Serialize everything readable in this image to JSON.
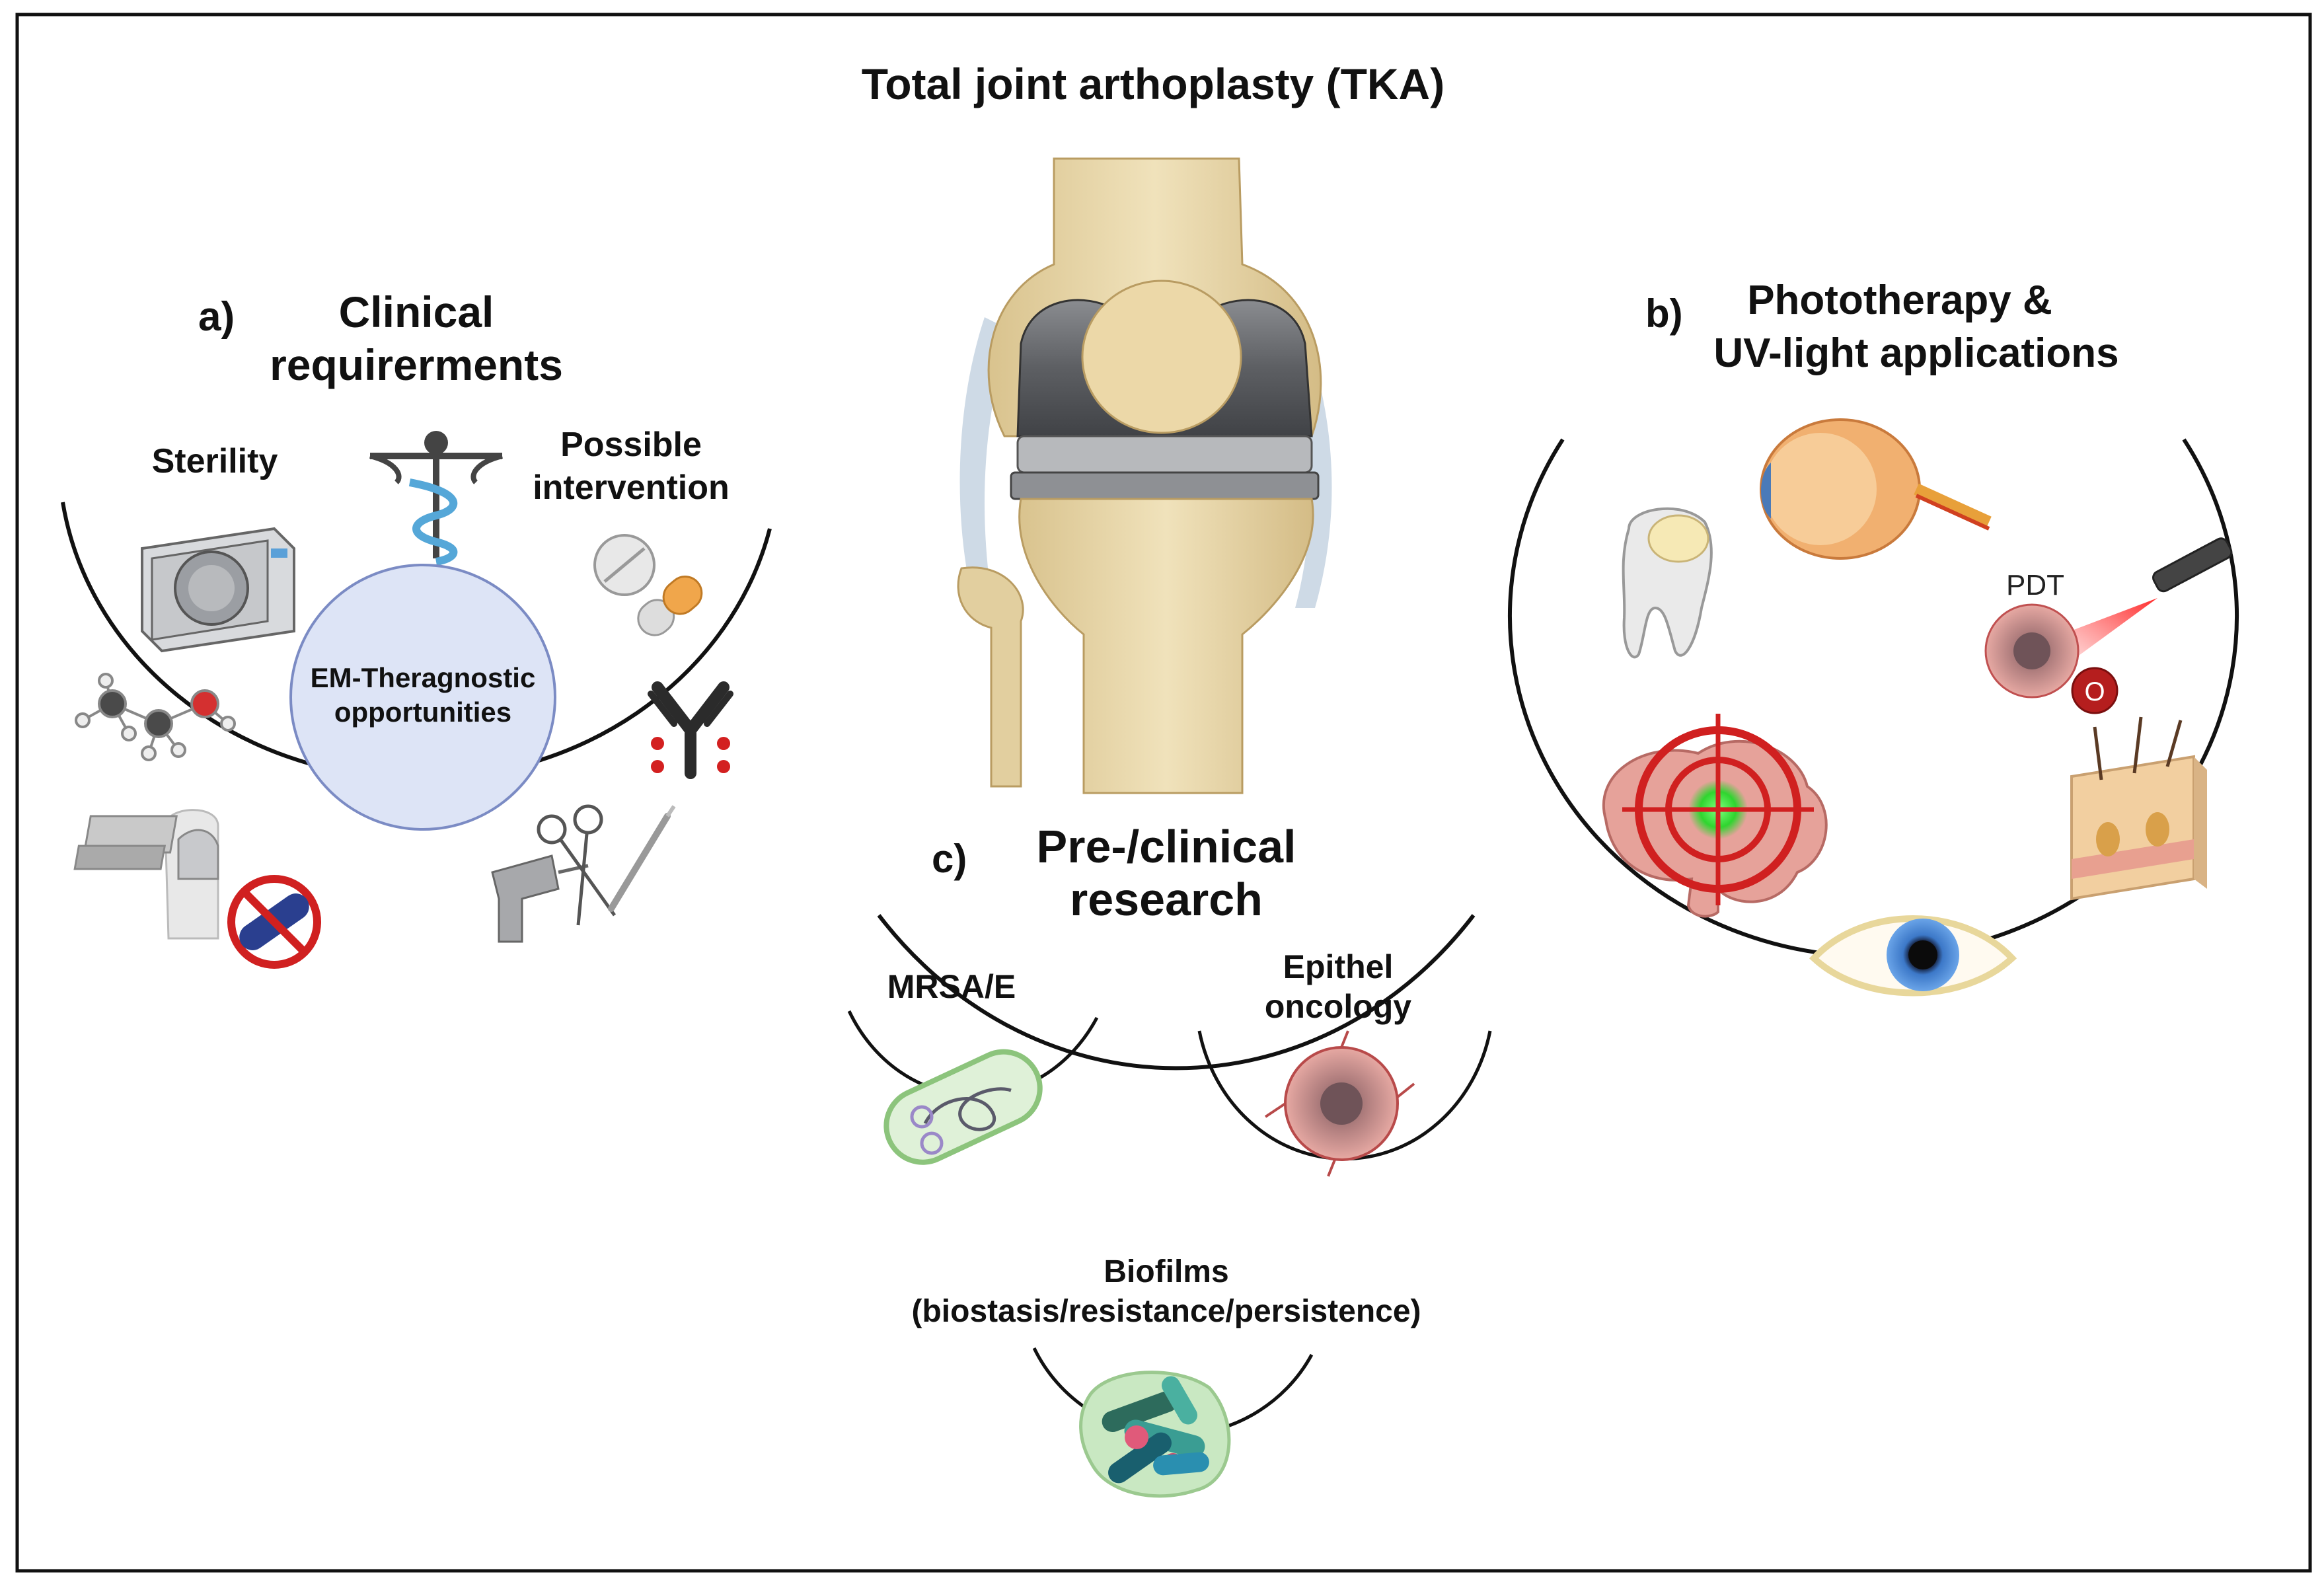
{
  "title": "Total joint arthoplasty  (TKA)",
  "panel_a": {
    "letter": "a)",
    "heading_line1": "Clinical",
    "heading_line2": "requirerments",
    "label_sterility": "Sterility",
    "label_intervention_line1": "Possible",
    "label_intervention_line2": "intervention",
    "center_line1": "EM-Theragnostic",
    "center_line2": "opportunities"
  },
  "panel_b": {
    "letter": "b)",
    "heading_line1": "Phototherapy &",
    "heading_line2": "UV-light applications",
    "pdt_label": "PDT",
    "oxygen_symbol": "O"
  },
  "panel_c": {
    "letter": "c)",
    "heading_line1": "Pre-/clinical",
    "heading_line2": "research",
    "mrsa_label": "MRSA/E",
    "epithel_line1": "Epithel",
    "epithel_line2": "oncology",
    "biofilms_line1": "Biofilms",
    "biofilms_line2": "(biostasis/resistance/persistence)"
  },
  "colors": {
    "frame": "#111111",
    "bone": "#e6d4a6",
    "implant_metal": "#6e7073",
    "center_circle_fill": "#dde4f6",
    "center_circle_stroke": "#7b8bc4",
    "laser_red": "#d42a2a",
    "caduceus_blue": "#55a7d8"
  }
}
